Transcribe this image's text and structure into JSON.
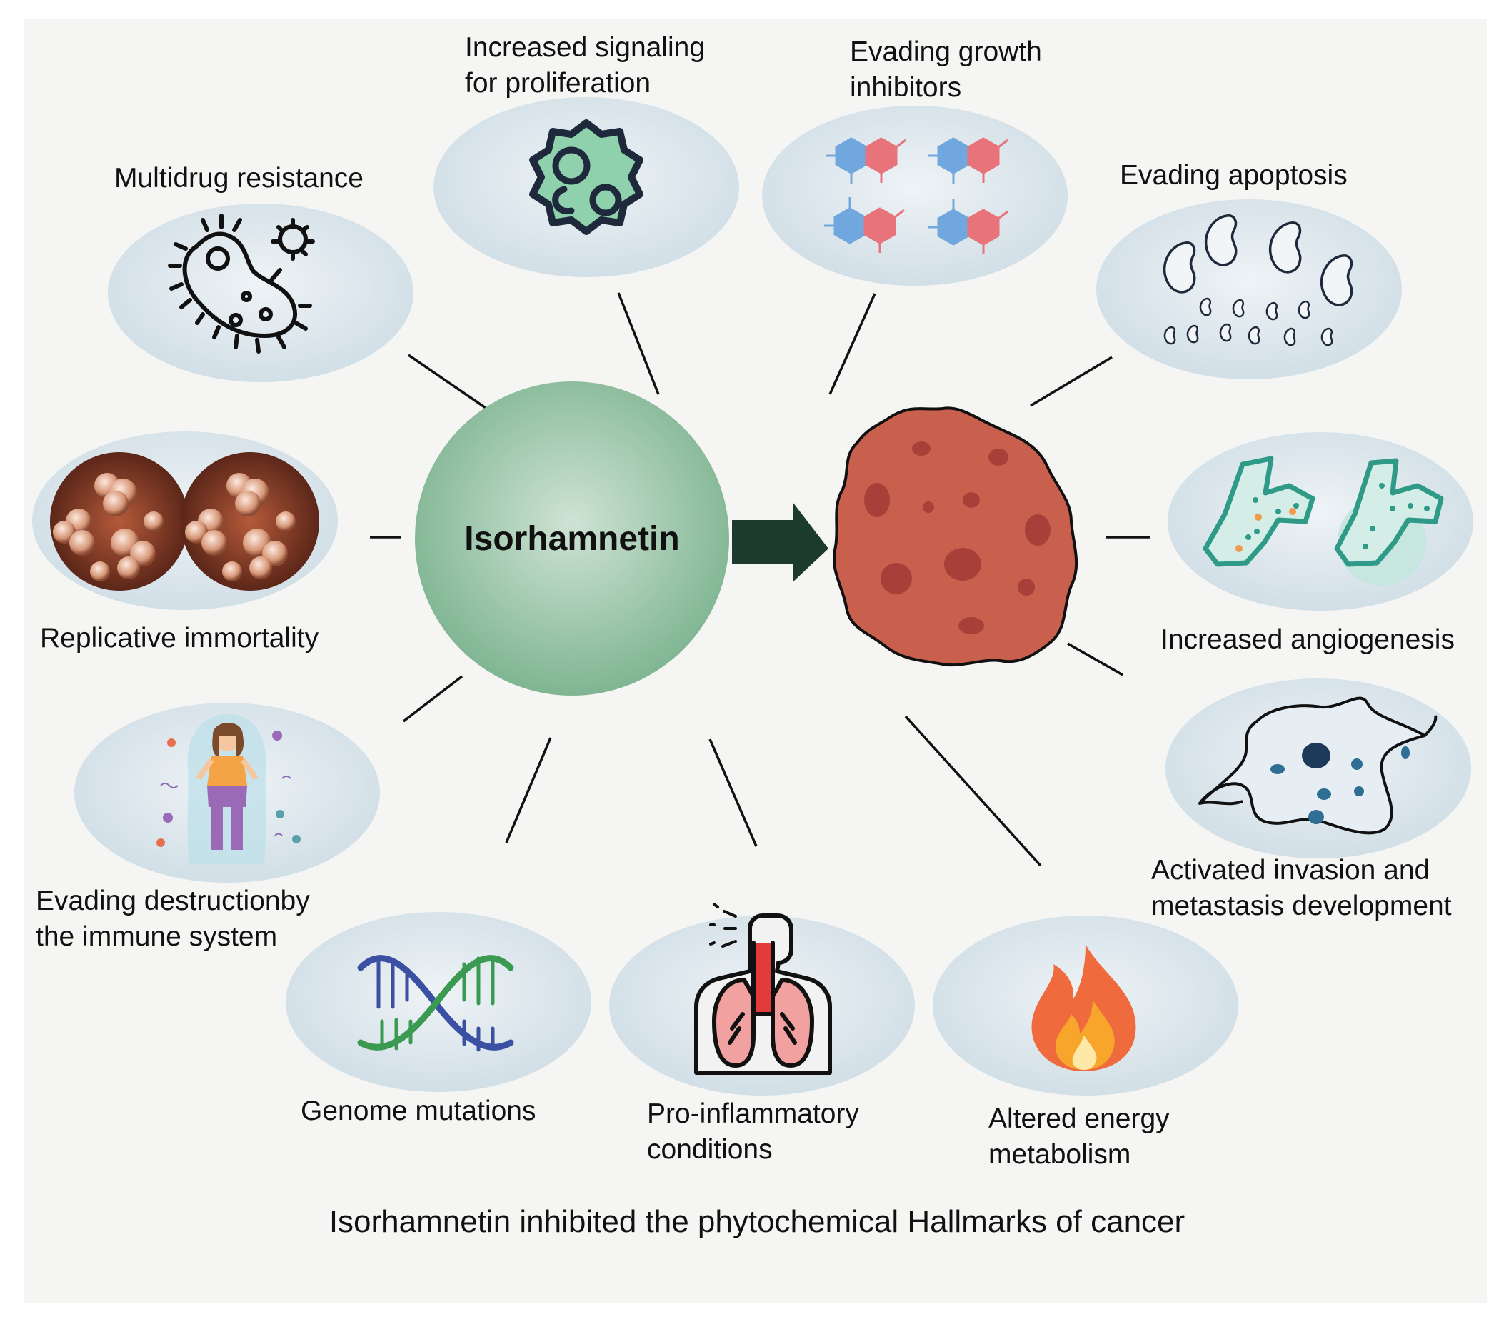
{
  "center": {
    "label": "Isorhamnetin"
  },
  "title": "Isorhamnetin inhibited the phytochemical Hallmarks of cancer",
  "hallmarks": [
    {
      "id": "multidrug",
      "lines": [
        "Multidrug resistance"
      ]
    },
    {
      "id": "proliferation",
      "lines": [
        "Increased signaling",
        "for proliferation"
      ]
    },
    {
      "id": "growth-inhibitors",
      "lines": [
        "Evading growth",
        "inhibitors"
      ]
    },
    {
      "id": "apoptosis",
      "lines": [
        "Evading apoptosis"
      ]
    },
    {
      "id": "angiogenesis",
      "lines": [
        "Increased angiogenesis"
      ]
    },
    {
      "id": "invasion",
      "lines": [
        "Activated invasion and",
        "metastasis development"
      ]
    },
    {
      "id": "energy",
      "lines": [
        "Altered energy",
        "metabolism"
      ]
    },
    {
      "id": "inflammation",
      "lines": [
        "Pro-inflammatory",
        "conditions"
      ]
    },
    {
      "id": "genome",
      "lines": [
        "Genome mutations"
      ]
    },
    {
      "id": "immune",
      "lines": [
        "Evading destructionby",
        "the immune system"
      ]
    },
    {
      "id": "immortality",
      "lines": [
        "Replicative immortality"
      ]
    }
  ],
  "colors": {
    "center_fill": "#8cbf9f",
    "arrow": "#1c3b2e",
    "tumor": "#c9604e",
    "tumor_spot": "#a8403a",
    "ellipse": "#d9e4ea"
  }
}
